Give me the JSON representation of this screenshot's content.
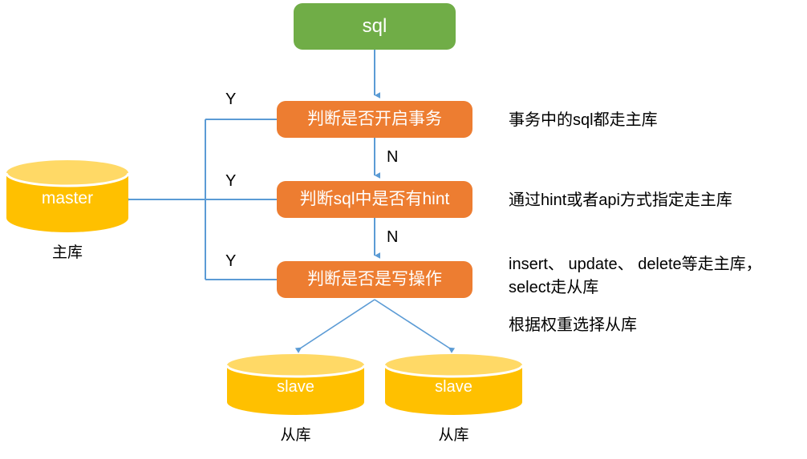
{
  "diagram": {
    "title": "sql read-write splitting routing flow",
    "colors": {
      "start_fill": "#70ad47",
      "decision_fill": "#ed7d31",
      "cylinder_body": "#ffc000",
      "cylinder_top": "#ffd966",
      "connector": "#5b9bd5",
      "text_dark": "#000000",
      "text_light": "#ffffff",
      "background": "#ffffff"
    }
  },
  "nodes": {
    "start": {
      "label": "sql",
      "shape": "rounded-rect",
      "fill": "#70ad47"
    },
    "decision_transaction": {
      "label": "判断是否开启事务",
      "shape": "rounded-rect",
      "fill": "#ed7d31"
    },
    "decision_hint": {
      "label": "判断sql中是否有hint",
      "shape": "rounded-rect",
      "fill": "#ed7d31"
    },
    "decision_write": {
      "label": "判断是否是写操作",
      "shape": "rounded-rect",
      "fill": "#ed7d31"
    },
    "master": {
      "label": "master",
      "caption": "主库",
      "shape": "cylinder",
      "fill": "#ffc000"
    },
    "slave1": {
      "label": "slave",
      "caption": "从库",
      "shape": "cylinder",
      "fill": "#ffc000"
    },
    "slave2": {
      "label": "slave",
      "caption": "从库",
      "shape": "cylinder",
      "fill": "#ffc000"
    }
  },
  "edge_labels": {
    "y_transaction": "Y",
    "y_hint": "Y",
    "y_write": "Y",
    "n_transaction": "N",
    "n_hint": "N"
  },
  "annotations": {
    "transaction": "事务中的sql都走主库",
    "hint": "通过hint或者api方式指定走主库",
    "write": "insert、 update、 delete等走主库，\nselect走从库",
    "slave_weight": "根据权重选择从库"
  }
}
